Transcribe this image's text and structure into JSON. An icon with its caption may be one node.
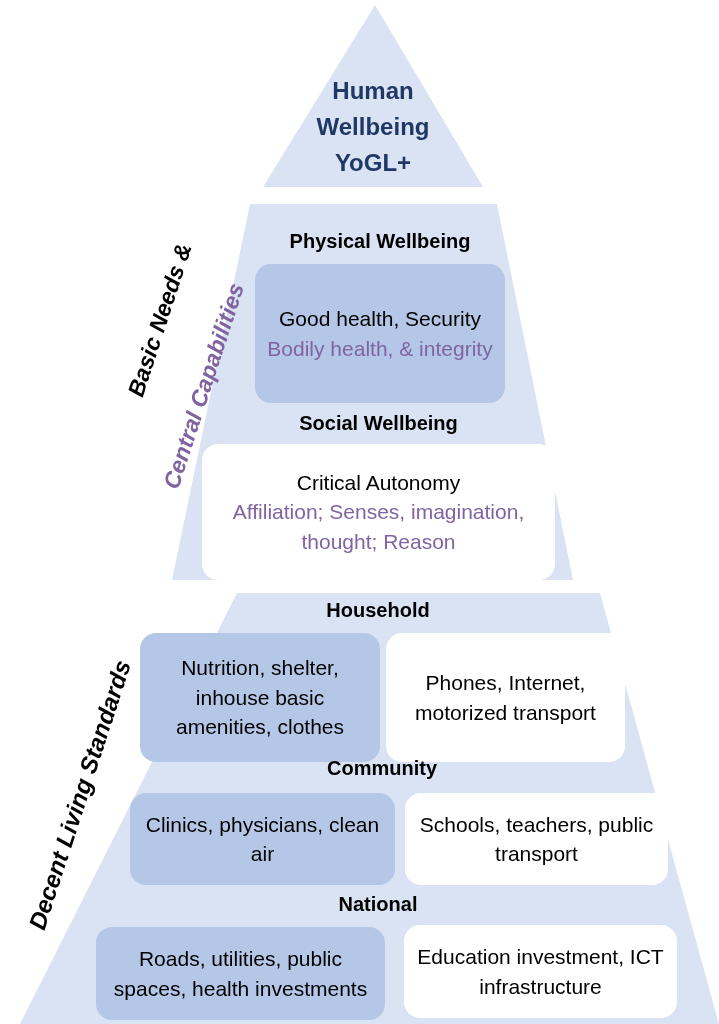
{
  "diagram": {
    "nodes": [
      {
        "text": [
          "Human Wellbeing YoGL+"
        ]
      },
      {
        "text": [
          "Basic Needs &",
          "Central Capabilities"
        ]
      },
      {
        "text": [
          "Physical Wellbeing",
          "Good health, Security",
          "Bodily health, & integrity"
        ],
        "in": 1
      },
      {
        "text": [
          "Social Wellbeing",
          "Critical Autonomy",
          "Affiliation; Senses, imagination, thought; Reason"
        ],
        "in": 1
      },
      {
        "text": [
          "Decent Living Standards"
        ]
      },
      {
        "text": [
          "Nutrition, shelter, inhouse basic amenities, clothes"
        ],
        "in": 4
      },
      {
        "text": [
          "Phones, Internet, motorized transport"
        ],
        "in": 4
      },
      {
        "text": [
          "Clinics, physicians, clean air"
        ],
        "in": 4
      },
      {
        "text": [
          "Schools, teachers, public transport"
        ],
        "in": 4
      },
      {
        "text": [
          "Roads, utilities, public spaces, health investments"
        ],
        "in": 4
      },
      {
        "text": [
          "Education investment, ICT infrastructure"
        ],
        "in": 4
      }
    ],
    "labels": [
      "Household",
      "Community",
      "National"
    ]
  }
}
